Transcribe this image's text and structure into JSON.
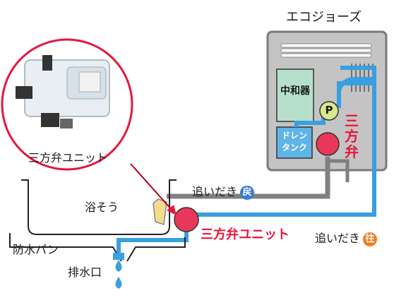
{
  "title": "エコジョーズ",
  "unit_callout": "三方弁ユニット",
  "heater": {
    "neutralizer": "中和器",
    "pump": "P",
    "drain_tank": [
      "ドレン",
      "タンク"
    ],
    "valve": [
      "三",
      "方",
      "弁"
    ]
  },
  "return_line": {
    "label": "追いだき",
    "badge": "戻"
  },
  "supply_line": {
    "label": "追いだき",
    "badge": "往"
  },
  "bath": "浴そう",
  "valve_unit": "三方弁ユニット",
  "waterproof_pan": "防水パン",
  "drain": "排水口",
  "colors": {
    "blue_pipe": "#3a9fe0",
    "gray_pipe": "#808080",
    "valve_red": "#e8375a",
    "accent_red": "#e6163c",
    "return_badge": "#3a7ccd",
    "supply_badge": "#ef7d22",
    "neutralizer_fill": "#b7e0cc",
    "drain_tank_fill": "#5fb4e8",
    "pump_fill": "#d8e98a",
    "unit_frame": "#c4c4c4"
  }
}
